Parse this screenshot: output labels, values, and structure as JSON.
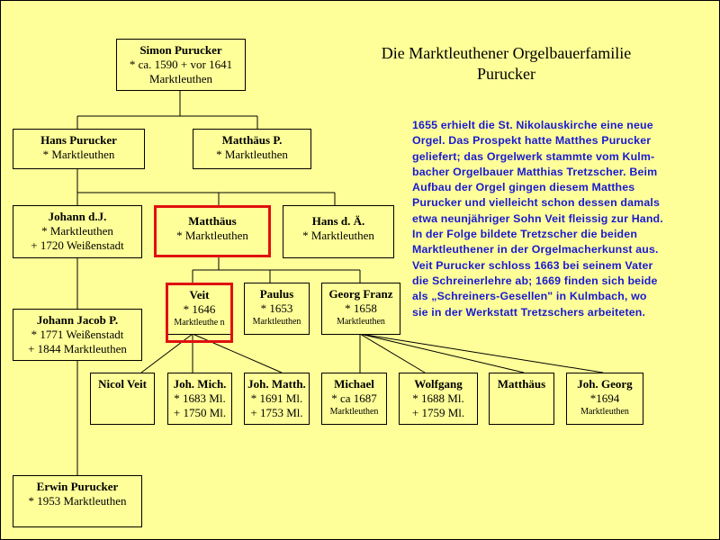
{
  "title": {
    "line1": "Die Marktleuthener Orgelbauerfamilie",
    "line2": "Purucker"
  },
  "info_lines": [
    "1655 erhielt die St. Nikolauskirche eine neue",
    "Orgel. Das Prospekt hatte Matthes Purucker",
    "geliefert; das Orgelwerk stammte vom Kulm-",
    "bacher Orgelbauer Matthias Tretzscher. Beim",
    "Aufbau der Orgel gingen diesem Matthes",
    "Purucker und vielleicht schon dessen damals",
    "etwa neunjähriger Sohn Veit fleissig zur Hand.",
    "In der Folge bildete Tretzscher die beiden",
    "Marktleuthener in der Orgelmacherkunst aus.",
    "Veit Purucker schloss 1663 bei seinem Vater",
    "die Schreinerlehre ab; 1669 finden sich beide",
    "als „Schreiners-Gesellen\" in Kulmbach, wo",
    "sie in der Werkstatt Tretzschers arbeiteten."
  ],
  "people": {
    "simon": {
      "name": "Simon Purucker",
      "l1": "* ca. 1590 + vor 1641",
      "l2": "Marktleuthen"
    },
    "hans": {
      "name": "Hans Purucker",
      "l1": "* Marktleuthen"
    },
    "matthaeus_p": {
      "name": "Matthäus P.",
      "l1": "* Marktleuthen"
    },
    "johann_dj": {
      "name": "Johann d.J.",
      "l1": "* Marktleuthen",
      "l2": "+ 1720 Weißenstadt"
    },
    "matthaeus": {
      "name": "Matthäus",
      "l1": "* Marktleuthen"
    },
    "hans_da": {
      "name": "Hans d. Ä.",
      "l1": "* Marktleuthen"
    },
    "veit": {
      "name": "Veit",
      "l1": "* 1646",
      "s": "Marktleuthe n"
    },
    "paulus": {
      "name": "Paulus",
      "l1": "* 1653",
      "s": "Marktleuthen"
    },
    "georg_franz": {
      "name": "Georg Franz",
      "l1": "* 1658",
      "s": "Marktleuthen"
    },
    "johann_jacob": {
      "name": "Johann Jacob P.",
      "l1": "* 1771 Weißenstadt",
      "l2": "+ 1844 Marktleuthen"
    },
    "nicol_veit": {
      "name": "Nicol Veit"
    },
    "joh_mich": {
      "name": "Joh. Mich.",
      "l1": "* 1683 Ml.",
      "l2": "+ 1750 Ml."
    },
    "joh_matth": {
      "name": "Joh. Matth.",
      "l1": "* 1691 Ml.",
      "l2": "+ 1753 Ml."
    },
    "michael": {
      "name": "Michael",
      "l1": "* ca 1687",
      "s": "Marktleuthen"
    },
    "wolfgang": {
      "name": "Wolfgang",
      "l1": "* 1688 Ml.",
      "l2": "+ 1759 Ml."
    },
    "matthaeus2": {
      "name": "Matthäus"
    },
    "joh_georg": {
      "name": "Joh. Georg",
      "l1": "*1694",
      "s": "Marktleuthen"
    },
    "erwin": {
      "name": "Erwin Purucker",
      "l1": "* 1953 Marktleuthen"
    }
  }
}
